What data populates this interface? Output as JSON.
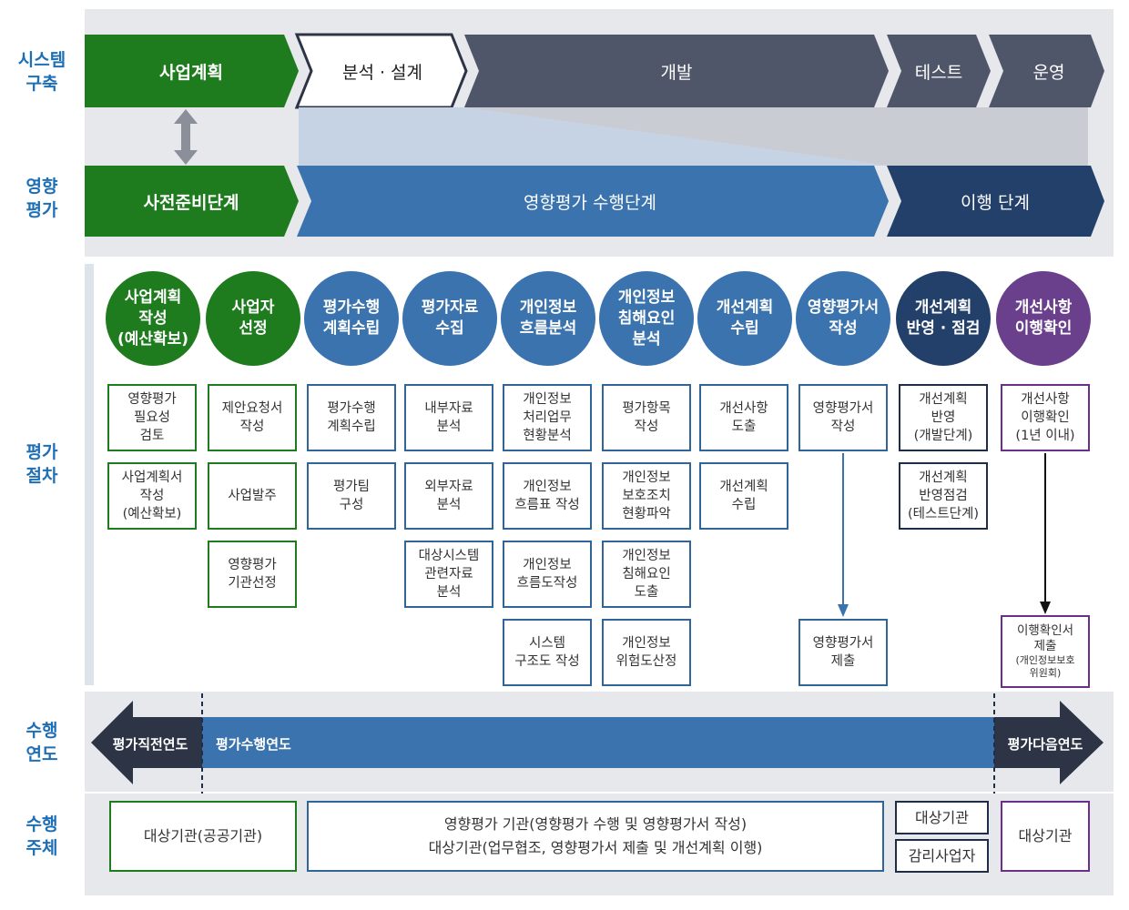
{
  "row_labels": {
    "system": "시스템\n구축",
    "impact": "영향\n평가",
    "procedure": "평가\n절차",
    "year": "수행\n연도",
    "actor": "수행\n주체"
  },
  "system_stages": [
    "사업계획",
    "분석 · 설계",
    "개발",
    "테스트",
    "운영"
  ],
  "impact_stages": [
    "사전준비단계",
    "영향평가 수행단계",
    "이행 단계"
  ],
  "colors": {
    "green": "#1e7b1e",
    "blue": "#3a73ad",
    "navy": "#22406a",
    "slate": "#4f5669",
    "purple": "#6a3f8c",
    "dark": "#2d3446"
  },
  "procedure_columns": [
    {
      "title": "사업계획\n작성\n(예산확보)",
      "color": "green",
      "items": [
        "영향평가\n필요성\n검토",
        "사업계획서\n작성\n(예산확보)"
      ]
    },
    {
      "title": "사업자\n선정",
      "color": "green",
      "items": [
        "제안요청서\n작성",
        "사업발주",
        "영향평가\n기관선정"
      ]
    },
    {
      "title": "평가수행\n계획수립",
      "color": "blue",
      "items": [
        "평가수행\n계획수립",
        "평가팀\n구성"
      ]
    },
    {
      "title": "평가자료\n수집",
      "color": "blue",
      "items": [
        "내부자료\n분석",
        "외부자료\n분석",
        "대상시스템\n관련자료\n분석"
      ]
    },
    {
      "title": "개인정보\n흐름분석",
      "color": "blue",
      "items": [
        "개인정보\n처리업무\n현황분석",
        "개인정보\n흐름표 작성",
        "개인정보\n흐름도작성",
        "시스템\n구조도 작성"
      ]
    },
    {
      "title": "개인정보\n침해요인\n분석",
      "color": "blue",
      "items": [
        "평가항목\n작성",
        "개인정보\n보호조치\n현황파악",
        "개인정보\n침해요인\n도출",
        "개인정보\n위험도산정"
      ]
    },
    {
      "title": "개선계획\n수립",
      "color": "blue",
      "items": [
        "개선사항\n도출",
        "개선계획\n수립"
      ]
    },
    {
      "title": "영향평가서\n작성",
      "color": "blue",
      "items": [
        "영향평가서\n작성",
        "영향평가서\n제출"
      ]
    },
    {
      "title": "개선계획\n반영 · 점검",
      "color": "navy",
      "items": [
        "개선계획\n반영\n(개발단계)",
        "개선계획\n반영점검\n(테스트단계)"
      ]
    },
    {
      "title": "개선사항\n이행확인",
      "color": "purple",
      "items": [
        "개선사항\n이행확인\n(1년 이내)",
        "이행확인서\n제출"
      ],
      "note": "(개인정보보호\n위원회)"
    }
  ],
  "years": {
    "before": "평가직전연도",
    "during": "평가수행연도",
    "after": "평가다음연도"
  },
  "actors": {
    "org": "대상기관(공공기관)",
    "main_line1": "영향평가 기관(영향평가 수행 및 영향평가서 작성)",
    "main_line2": "대상기관(업무협조, 영향평가서 제출 및 개선계획 이행)",
    "org2": "대상기관",
    "auditor": "감리사업자",
    "org3": "대상기관"
  }
}
